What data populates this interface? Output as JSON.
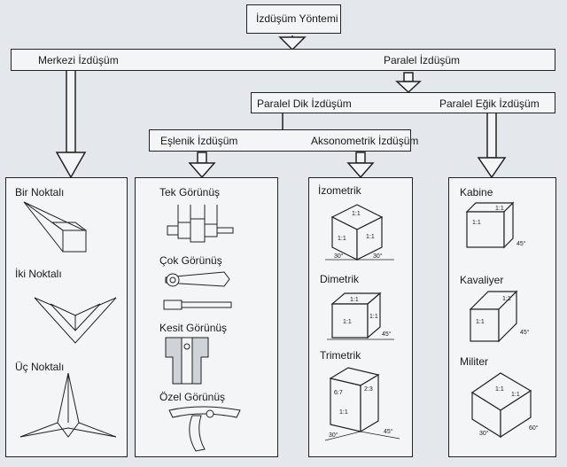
{
  "top": {
    "title": "İzdüşüm Yöntemi"
  },
  "level1": {
    "left": "Merkezi İzdüşüm",
    "right": "Paralel İzdüşüm"
  },
  "level2": {
    "left": "Paralel Dik İzdüşüm",
    "right": "Paralel Eğik İzdüşüm"
  },
  "level3": {
    "left": "Eşlenik İzdüşüm",
    "right": "Aksonometrik İzdüşüm"
  },
  "columns": {
    "merkezi": [
      "Bir Noktalı",
      "İki Noktalı",
      "Üç Noktalı"
    ],
    "eslenik": [
      "Tek Görünüş",
      "Çok Görünüş",
      "Kesit Görünüş",
      "Özel Görünüş"
    ],
    "aksonometrik": [
      "İzometrik",
      "Dimetrik",
      "Trimetrik"
    ],
    "egik": [
      "Kabine",
      "Kavaliyer",
      "Militer"
    ]
  },
  "figure_marks": {
    "iso": [
      "1:1",
      "1:1",
      "1:1",
      "30°",
      "30°"
    ],
    "dim": [
      "1:1",
      "1:1",
      "1:1",
      "45°"
    ],
    "tri": [
      "6:7",
      "2:3",
      "1:1",
      "30°",
      "45°"
    ],
    "kabine": [
      "1:1",
      "1:1",
      "45°"
    ],
    "kavaliyer": [
      "1:1",
      "1:1",
      "45°"
    ],
    "militer": [
      "1:1",
      "1:1",
      "30°",
      "60°"
    ]
  },
  "colors": {
    "background": "#e4e8ec",
    "box_fill": "#f3f5f7",
    "ink": "#222222"
  }
}
